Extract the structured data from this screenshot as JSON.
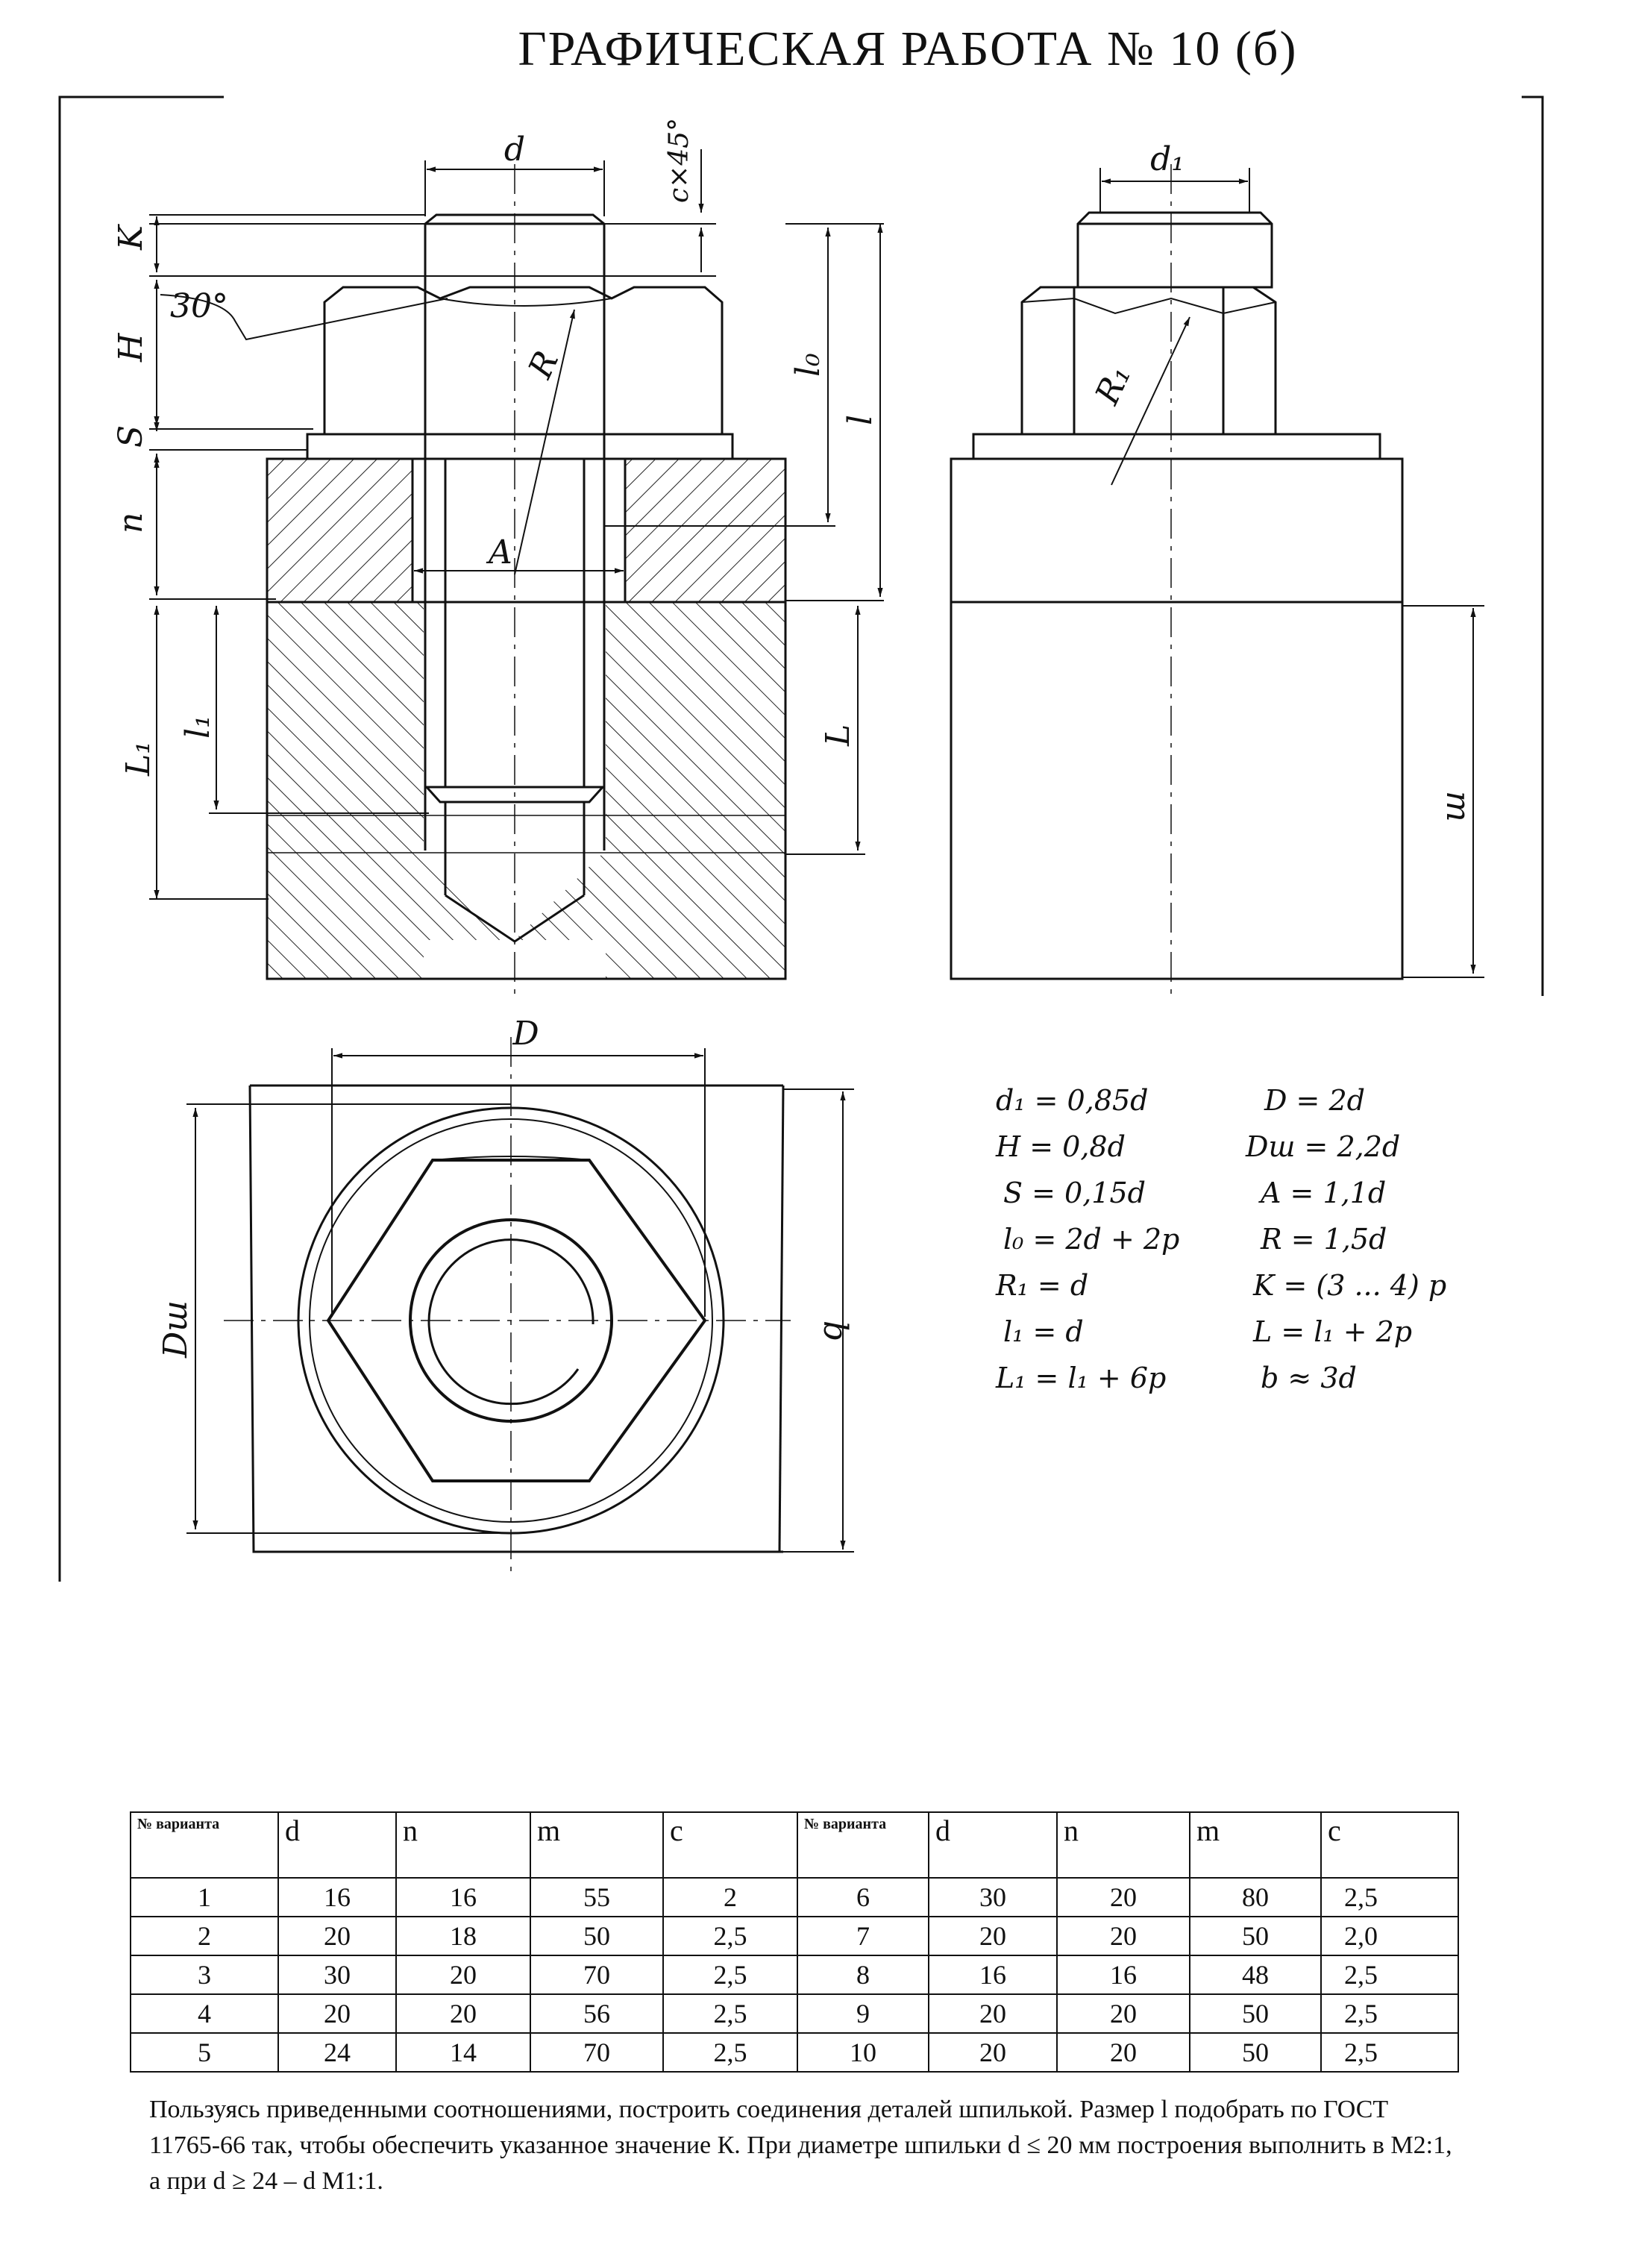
{
  "title": "ГРАФИЧЕСКАЯ РАБОТА № 10 (б)",
  "dimension_labels": {
    "d": "d",
    "cx45": "c×45°",
    "k": "K",
    "angle30": "30°",
    "h": "H",
    "s": "S",
    "n": "n",
    "r": "R",
    "a": "A",
    "l0": "l₀",
    "l": "l",
    "l1_small": "l₁",
    "L1_big": "L₁",
    "L": "L",
    "d1": "d₁",
    "r1": "R₁",
    "m": "m",
    "D": "D",
    "Dsh": "Dш",
    "b": "b"
  },
  "formulas": {
    "left": [
      "d₁ = 0,85d",
      "H = 0,8d",
      "S = 0,15d",
      "l₀ = 2d + 2p",
      "R₁ = d",
      "l₁ = d",
      "L₁ = l₁ + 6p"
    ],
    "right": [
      "D = 2d",
      "Dш = 2,2d",
      "A = 1,1d",
      "R = 1,5d",
      "K = (3 ... 4) p",
      "L = l₁ + 2p",
      "b ≈ 3d"
    ]
  },
  "table": {
    "headers": [
      "№ варианта",
      "d",
      "n",
      "m",
      "c",
      "№ варианта",
      "d",
      "n",
      "m",
      "c"
    ],
    "rows": [
      [
        "1",
        "16",
        "16",
        "55",
        "2",
        "6",
        "30",
        "20",
        "80",
        "2,5"
      ],
      [
        "2",
        "20",
        "18",
        "50",
        "2,5",
        "7",
        "20",
        "20",
        "50",
        "2,0"
      ],
      [
        "3",
        "30",
        "20",
        "70",
        "2,5",
        "8",
        "16",
        "16",
        "48",
        "2,5"
      ],
      [
        "4",
        "20",
        "20",
        "56",
        "2,5",
        "9",
        "20",
        "20",
        "50",
        "2,5"
      ],
      [
        "5",
        "24",
        "14",
        "70",
        "2,5",
        "10",
        "20",
        "20",
        "50",
        "2,5"
      ]
    ]
  },
  "instructions": "Пользуясь приведенными соотношениями, построить соединения деталей шпилькой. Размер l подобрать по ГОСТ 11765-66 так, чтобы обеспечить указанное значение К. При диаметре шпильки d ≤ 20 мм построения выполнить в М2:1, а при d ≥ 24 – d М1:1."
}
